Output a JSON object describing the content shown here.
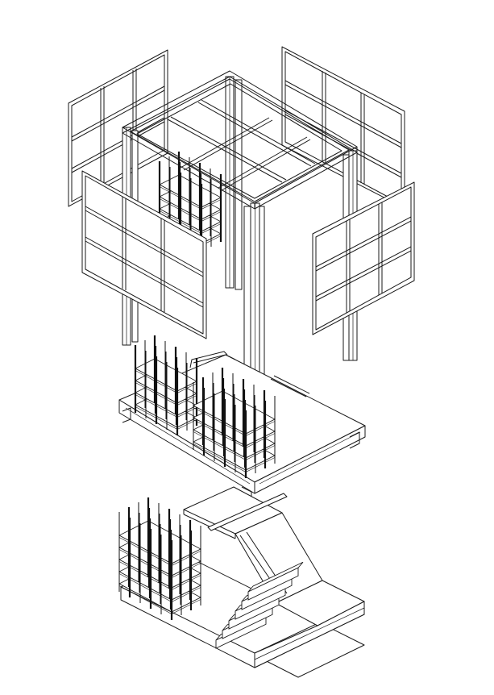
{
  "diagram": {
    "kind": "exploded-axonometric",
    "components": [
      {
        "id": "roof-frame",
        "description_visible": false
      },
      {
        "id": "wall-panel-back-left"
      },
      {
        "id": "wall-panel-back-right"
      },
      {
        "id": "wall-panel-front-left"
      },
      {
        "id": "wall-panel-front-right"
      },
      {
        "id": "column-frame"
      },
      {
        "id": "shelving-upper-small"
      },
      {
        "id": "platform-deck"
      },
      {
        "id": "shelving-deck-left"
      },
      {
        "id": "shelving-deck-right"
      },
      {
        "id": "ground-base"
      },
      {
        "id": "shelving-ground"
      },
      {
        "id": "stair"
      }
    ],
    "stroke_color": "#1a1a1a",
    "background_color": "#ffffff"
  }
}
